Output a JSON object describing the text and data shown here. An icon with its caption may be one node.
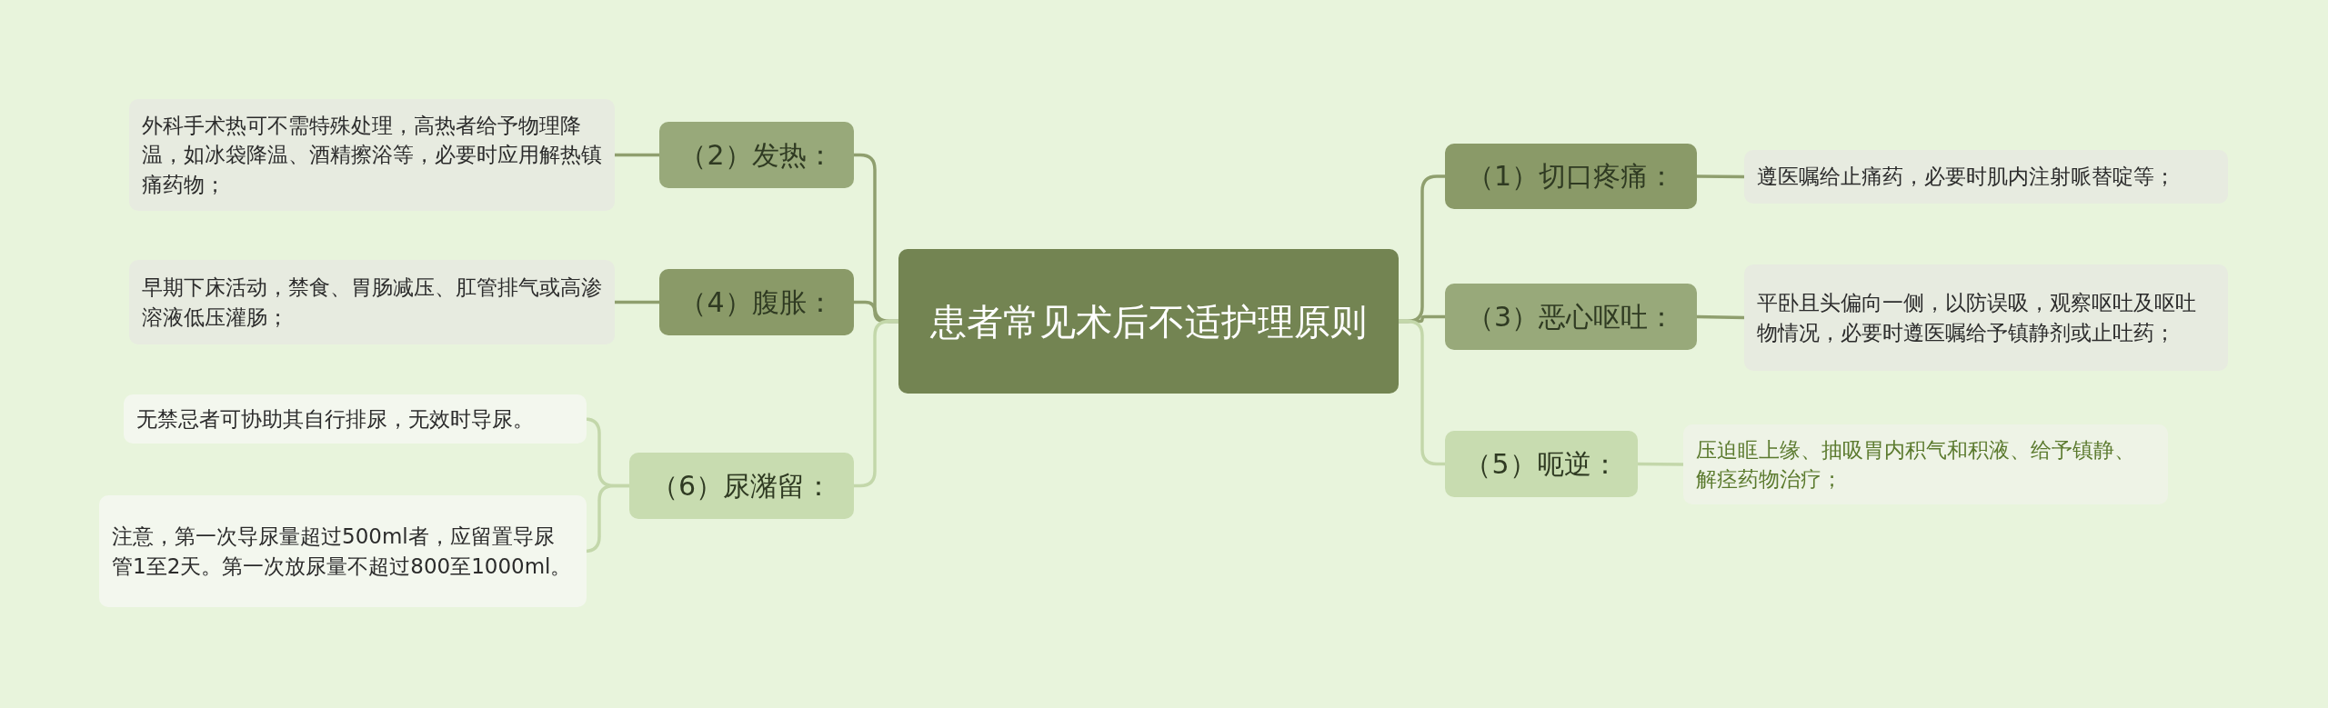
{
  "diagram": {
    "nodes": [
      {
        "text": [
          "患者常见术后不适护理原则"
        ]
      },
      {
        "text": [
          "（1）切口疼痛："
        ]
      },
      {
        "text": [
          "（2）发热："
        ]
      },
      {
        "text": [
          "（3）恶心呕吐："
        ]
      },
      {
        "text": [
          "（4）腹胀："
        ]
      },
      {
        "text": [
          "（5）呃逆："
        ]
      },
      {
        "text": [
          "（6）尿潴留："
        ]
      },
      {
        "text": [
          "遵医嘱给止痛药，必要时肌内注射哌替啶等；"
        ]
      },
      {
        "text": [
          "外科手术热可不需特殊处理，高热者给予物理降温，如冰袋降温、酒精擦浴等，必要时应用解热镇痛药物；"
        ]
      },
      {
        "text": [
          "平卧且头偏向一侧，以防误吸，观察呕吐及呕吐物情况，必要时遵医嘱给予镇静剂或止吐药；"
        ]
      },
      {
        "text": [
          "早期下床活动，禁食、胃肠减压、肛管排气或高渗溶液低压灌肠；"
        ]
      },
      {
        "text": [
          "压迫眶上缘、抽吸胃内积气和积液、给予镇静、解痉药物治疗；"
        ]
      },
      {
        "text": [
          "无禁忌者可协助其自行排尿，无效时导尿。"
        ]
      },
      {
        "text": [
          "注意，第一次导尿量超过500ml者，应留置导尿管1至2天。第一次放尿量不超过800至1000ml。"
        ]
      }
    ],
    "edges": [
      {
        "from": 0,
        "to": 1,
        "arrow": "none"
      },
      {
        "from": 0,
        "to": 2,
        "arrow": "none"
      },
      {
        "from": 0,
        "to": 3,
        "arrow": "none"
      },
      {
        "from": 0,
        "to": 4,
        "arrow": "none"
      },
      {
        "from": 0,
        "to": 5,
        "arrow": "none",
        "color": "#c3d7aa"
      },
      {
        "from": 0,
        "to": 6,
        "arrow": "none",
        "color": "#c3d7aa"
      },
      {
        "from": 1,
        "to": 7,
        "arrow": "none"
      },
      {
        "from": 2,
        "to": 8,
        "arrow": "none"
      },
      {
        "from": 3,
        "to": 9,
        "arrow": "none"
      },
      {
        "from": 4,
        "to": 10,
        "arrow": "none"
      },
      {
        "from": 5,
        "to": 11,
        "arrow": "none",
        "color": "#c3d7aa"
      },
      {
        "from": 6,
        "to": 12,
        "arrow": "none",
        "color": "#c3d7aa"
      },
      {
        "from": 6,
        "to": 13,
        "arrow": "none",
        "color": "#c3d7aa"
      }
    ]
  }
}
